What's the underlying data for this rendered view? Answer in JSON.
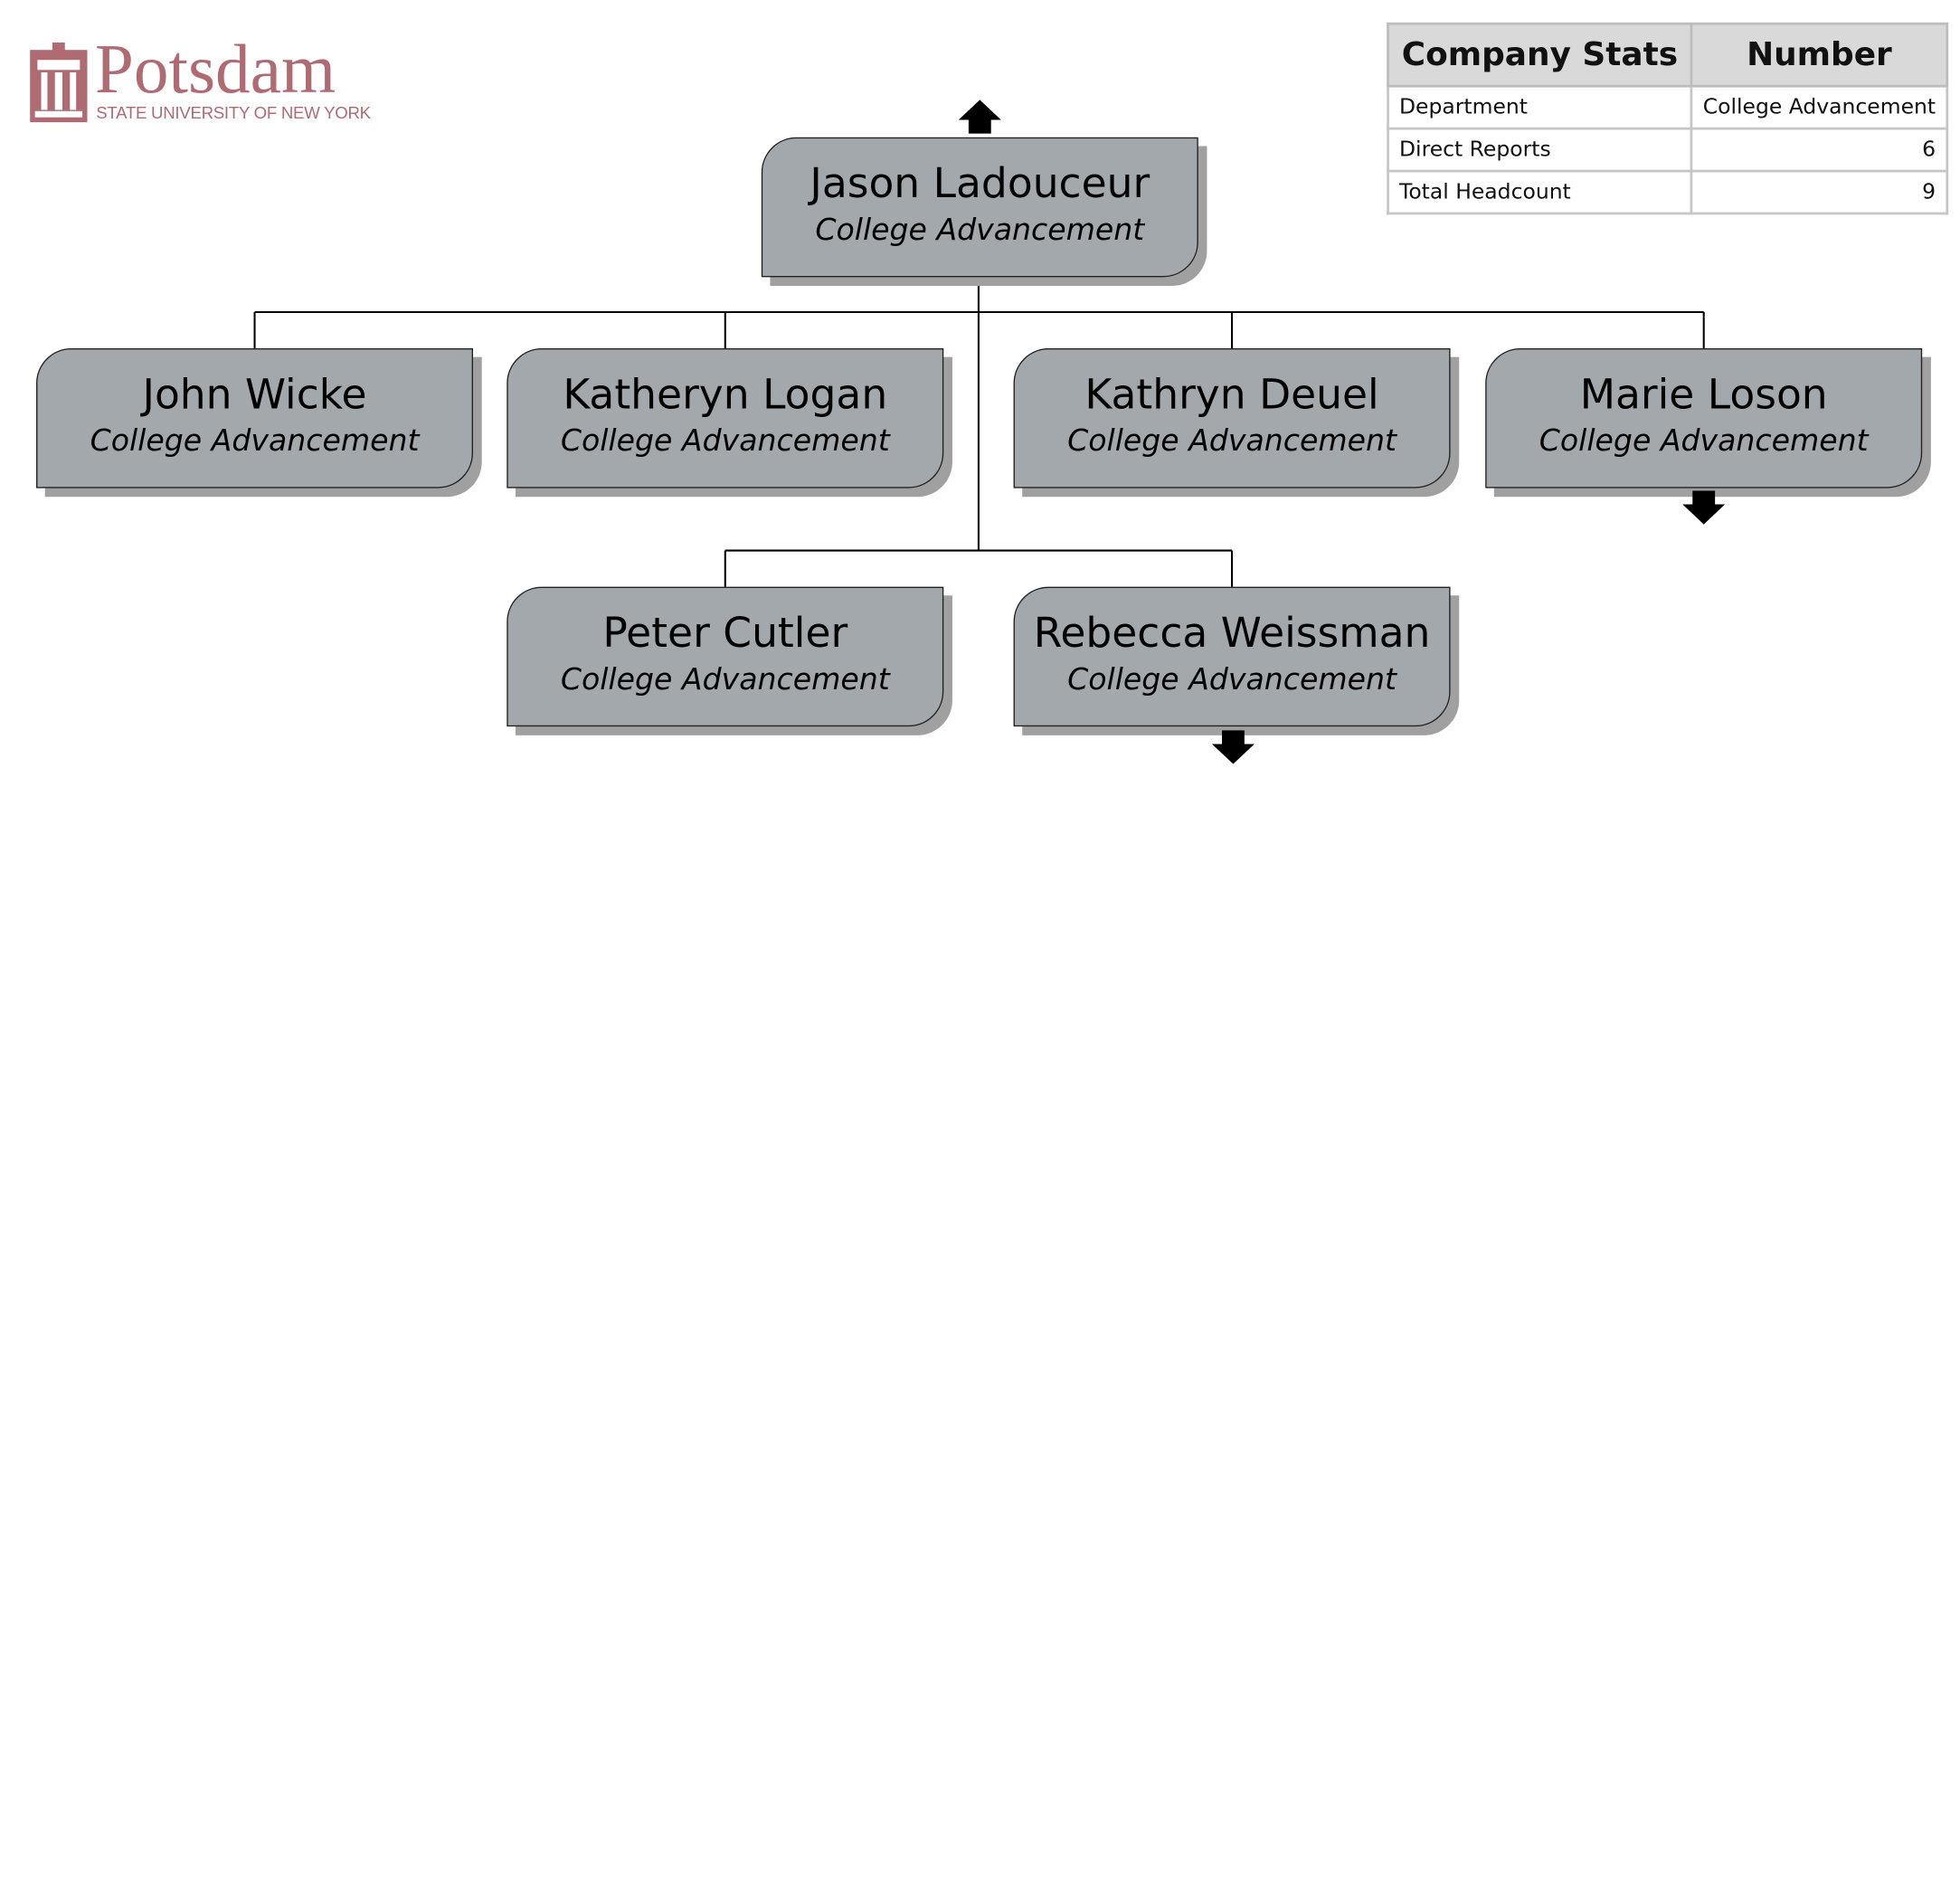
{
  "logo": {
    "wordmark": "Potsdam",
    "subtitle": "STATE UNIVERSITY OF NEW YORK",
    "icon": "potsdam-building-icon",
    "color": "#b06a72"
  },
  "stats": {
    "headers": [
      "Company Stats",
      "Number"
    ],
    "rows": [
      {
        "label": "Department",
        "value": "College Advancement"
      },
      {
        "label": "Direct Reports",
        "value": "6"
      },
      {
        "label": "Total Headcount",
        "value": "9"
      }
    ]
  },
  "org": {
    "manager": {
      "name": "Jason Ladouceur",
      "dept": "College Advancement"
    },
    "reports": [
      {
        "name": "John Wicke",
        "dept": "College Advancement"
      },
      {
        "name": "Katheryn Logan",
        "dept": "College Advancement"
      },
      {
        "name": "Kathryn Deuel",
        "dept": "College Advancement"
      },
      {
        "name": "Marie Loson",
        "dept": "College Advancement"
      },
      {
        "name": "Peter Cutler",
        "dept": "College Advancement"
      },
      {
        "name": "Rebecca Weissman",
        "dept": "College Advancement"
      }
    ],
    "box_color": "#a2a8ab",
    "shadow_color": "#a0a0a0",
    "arrow_up_icon": "arrow-up-icon",
    "arrow_down_icon": "arrow-down-icon"
  }
}
